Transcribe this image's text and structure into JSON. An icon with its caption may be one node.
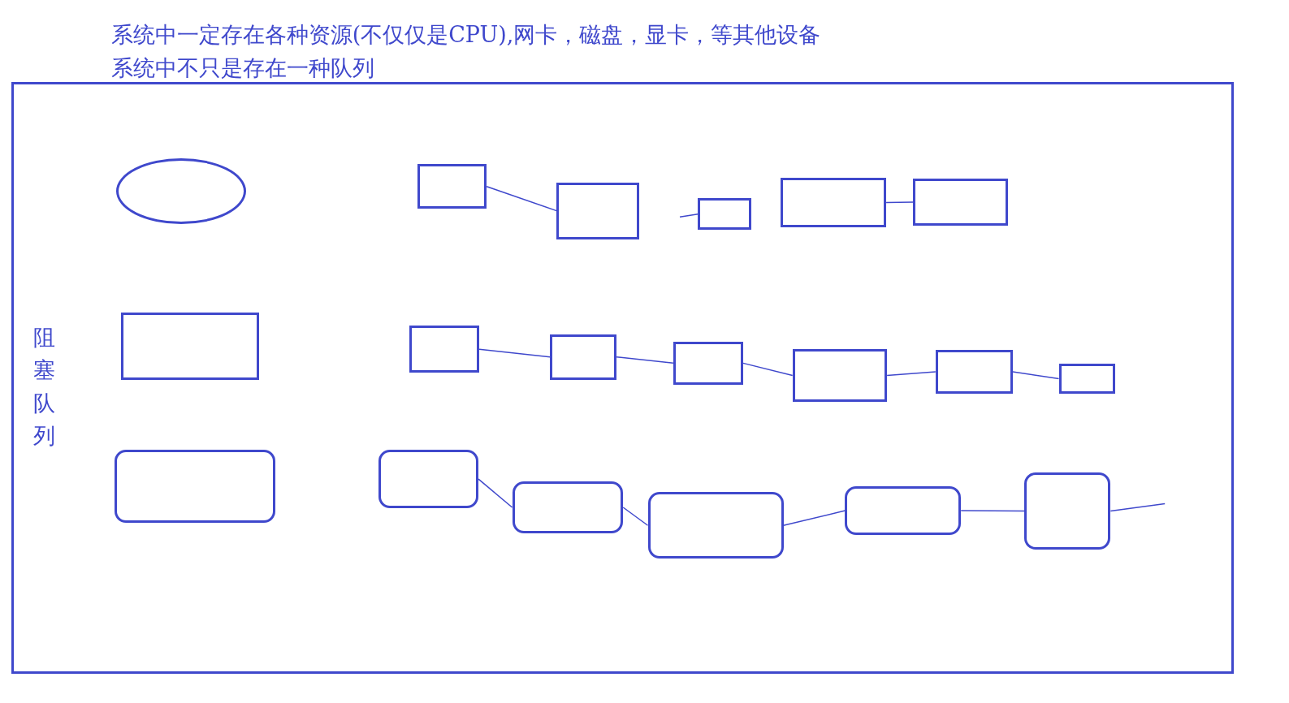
{
  "diagram": {
    "nodes": [
      {
        "text": [
          "阻塞队列"
        ]
      },
      {
        "text": [],
        "shape": "ellipse",
        "in": 0
      },
      {
        "text": [],
        "shape": "box",
        "in": 0
      },
      {
        "text": [],
        "shape": "box",
        "in": 0
      },
      {
        "text": [],
        "shape": "box",
        "in": 0
      },
      {
        "text": [],
        "shape": "box",
        "in": 0
      },
      {
        "text": [],
        "shape": "box",
        "in": 0
      },
      {
        "text": [],
        "shape": "box",
        "in": 0
      },
      {
        "text": [],
        "shape": "box",
        "in": 0
      },
      {
        "text": [],
        "shape": "box",
        "in": 0
      },
      {
        "text": [],
        "shape": "box",
        "in": 0
      },
      {
        "text": [],
        "shape": "box",
        "in": 0
      },
      {
        "text": [],
        "shape": "box",
        "in": 0
      },
      {
        "text": [],
        "shape": "box",
        "in": 0
      },
      {
        "text": [],
        "shape": "box",
        "in": 0
      },
      {
        "text": [],
        "shape": "box",
        "in": 0
      },
      {
        "text": [],
        "shape": "box",
        "in": 0
      },
      {
        "text": [],
        "shape": "box",
        "in": 0
      },
      {
        "text": [],
        "shape": "box",
        "in": 0
      },
      {
        "text": [],
        "shape": "box",
        "in": 0
      }
    ],
    "edges": [
      {
        "from": 2,
        "to": 3,
        "arrow": "none"
      },
      {
        "from": null,
        "to": 4,
        "arrow": "none"
      },
      {
        "from": 5,
        "to": 6,
        "arrow": "none"
      },
      {
        "from": 8,
        "to": 9,
        "arrow": "none"
      },
      {
        "from": 9,
        "to": 10,
        "arrow": "none"
      },
      {
        "from": 10,
        "to": 11,
        "arrow": "none"
      },
      {
        "from": 11,
        "to": 12,
        "arrow": "none"
      },
      {
        "from": 12,
        "to": 13,
        "arrow": "none"
      },
      {
        "from": 15,
        "to": 16,
        "arrow": "none"
      },
      {
        "from": 16,
        "to": 17,
        "arrow": "none"
      },
      {
        "from": 17,
        "to": 18,
        "arrow": "none"
      },
      {
        "from": 18,
        "to": 19,
        "arrow": "none"
      },
      {
        "from": 19,
        "to": null,
        "arrow": "none"
      }
    ],
    "labels": [
      "系统中一定存在各种资源(不仅仅是CPU),网卡，磁盘，显卡，等其他设备",
      "系统中不只是存在一种队列"
    ]
  }
}
